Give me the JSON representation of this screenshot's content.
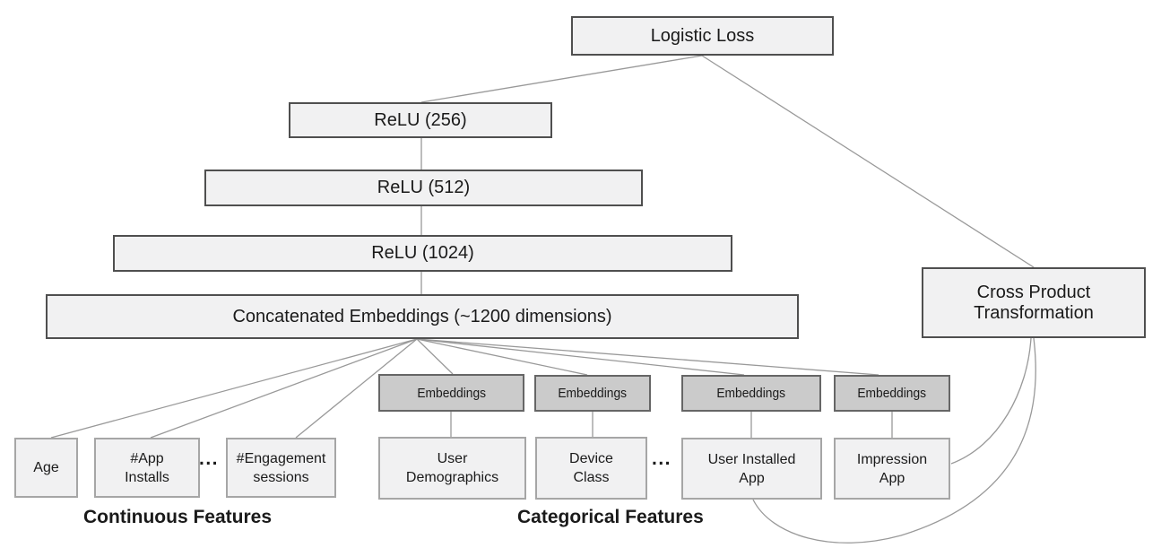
{
  "colors": {
    "background": "#ffffff",
    "box_fill": "#f1f1f2",
    "box_border": "#4f4f4f",
    "embed_fill": "#cbcbcb",
    "embed_border": "#666666",
    "feature_border": "#a6a6a6",
    "connector": "#999999",
    "text": "#1a1a1a"
  },
  "deep_stack": {
    "logistic_loss": "Logistic Loss",
    "relu_256": "ReLU (256)",
    "relu_512": "ReLU (512)",
    "relu_1024": "ReLU (1024)",
    "concatenated_embeddings": "Concatenated Embeddings (~1200 dimensions)"
  },
  "wide_part": {
    "cross_product": {
      "line1": "Cross Product",
      "line2": "Transformation"
    }
  },
  "embedding_layers": [
    {
      "label": "Embeddings"
    },
    {
      "label": "Embeddings"
    },
    {
      "label": "Embeddings"
    },
    {
      "label": "Embeddings"
    }
  ],
  "features": {
    "age": {
      "label": "Age"
    },
    "app_installs": {
      "line1": "#App",
      "line2": "Installs"
    },
    "engagement_sessions": {
      "line1": "#Engagement",
      "line2": "sessions"
    },
    "user_demographics": {
      "line1": "User",
      "line2": "Demographics"
    },
    "device_class": {
      "line1": "Device",
      "line2": "Class"
    },
    "user_installed_app": {
      "line1": "User Installed",
      "line2": "App"
    },
    "impression_app": {
      "line1": "Impression",
      "line2": "App"
    },
    "ellipsis_continuous": "...",
    "ellipsis_categorical": "..."
  },
  "group_labels": {
    "continuous": "Continuous Features",
    "categorical": "Categorical Features"
  }
}
